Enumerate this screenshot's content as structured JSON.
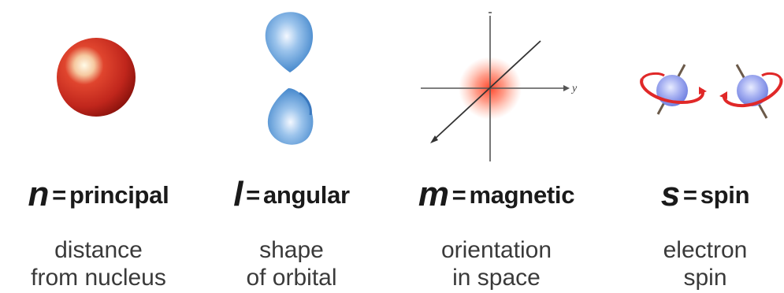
{
  "numbers": [
    {
      "symbol": "n",
      "equals": "=",
      "name": "principal",
      "description": [
        "distance",
        "from nucleus"
      ]
    },
    {
      "symbol": "l",
      "equals": "=",
      "name": "angular",
      "description": [
        "shape",
        "of orbital"
      ]
    },
    {
      "symbol": "m",
      "equals": "=",
      "name": "magnetic",
      "description": [
        "orientation",
        "in space"
      ]
    },
    {
      "symbol": "s",
      "equals": "=",
      "name": "spin",
      "description": [
        "electron",
        "spin"
      ]
    }
  ],
  "axes": {
    "y_label": "y"
  },
  "colors": {
    "sphere": "#c0261c",
    "orbital_lobe": "#4f8fd0",
    "glow": "#ff3b1f",
    "electron": "#9aa6ee",
    "spin_arrow": "#e02828",
    "text_title": "#1a1a1a",
    "text_desc": "#3a3a3a"
  },
  "icons": [
    "sphere-icon",
    "p-orbital-icon",
    "axes-icon",
    "spin-icon"
  ]
}
